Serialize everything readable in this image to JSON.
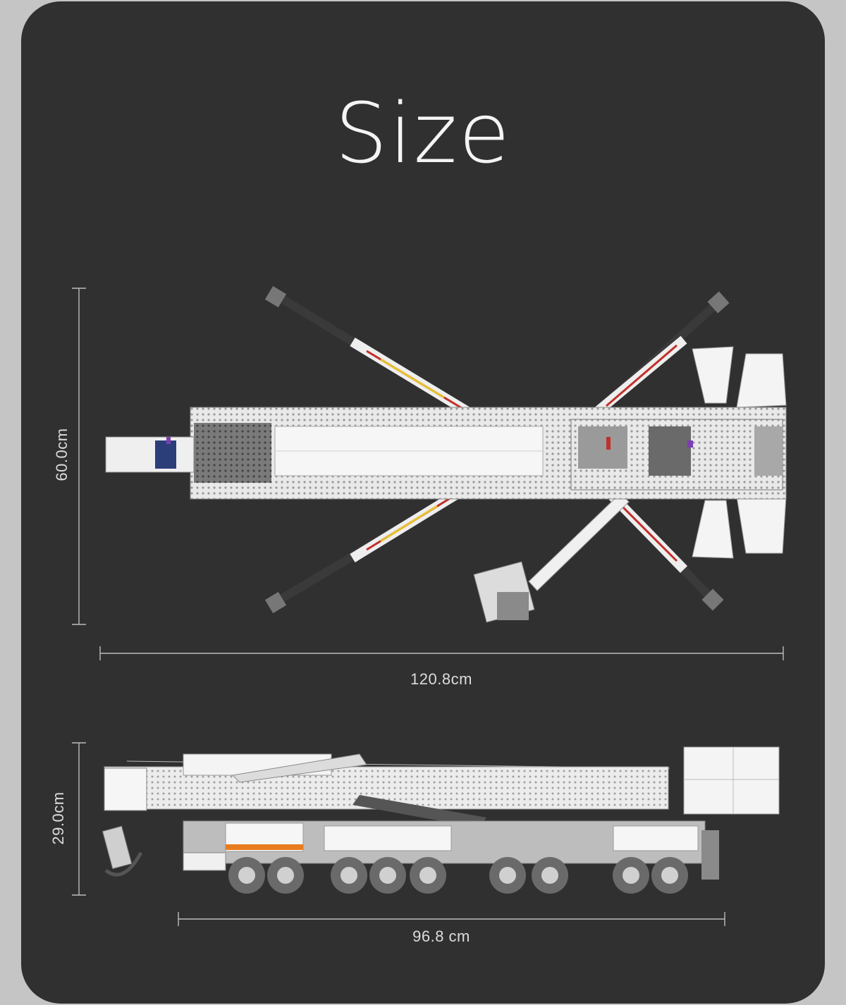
{
  "page": {
    "title": "Size"
  },
  "top_view": {
    "height_label": "60.0cm",
    "width_label": "120.8cm"
  },
  "side_view": {
    "height_label": "29.0cm",
    "width_label": "96.8 cm"
  },
  "colors": {
    "background": "#303030",
    "frame": "#c5c5c5",
    "model_white": "#f2f2f2",
    "model_grey": "#8a8a8a",
    "model_dark": "#3c3c3c",
    "accent_red": "#c0302a",
    "accent_yellow": "#e7c22b",
    "accent_orange": "#e87c1e"
  }
}
